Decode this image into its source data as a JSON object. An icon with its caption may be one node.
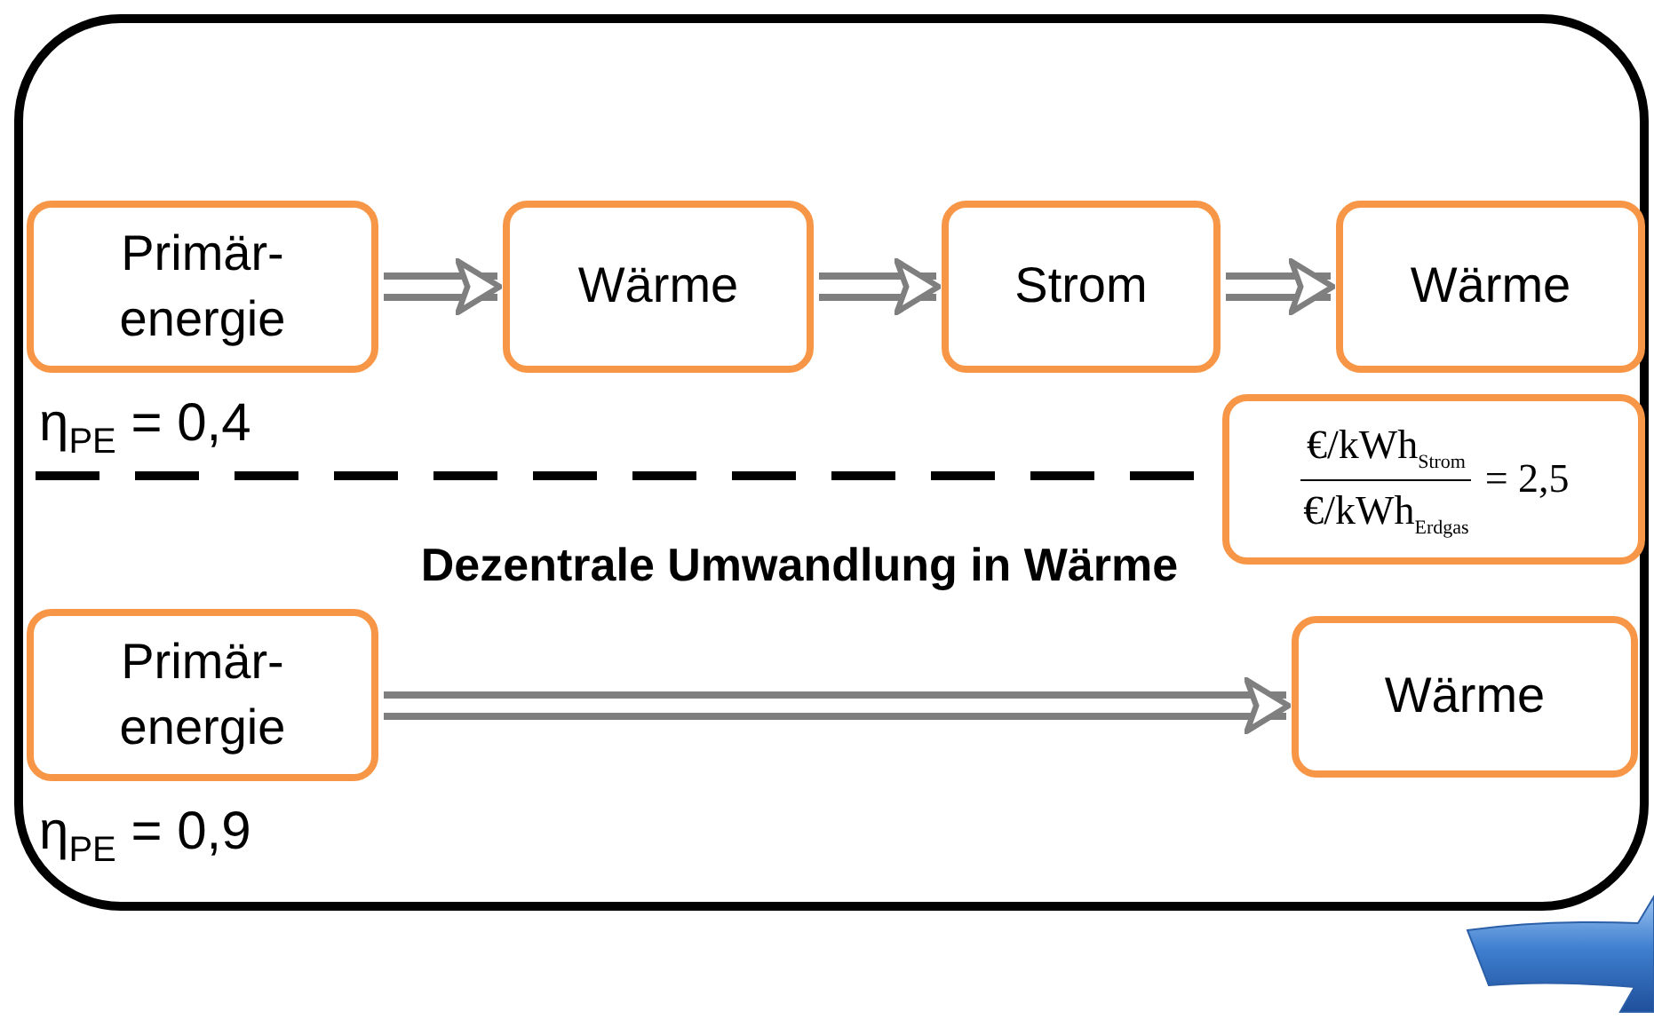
{
  "diagram": {
    "nodes": [
      {
        "text": [],
        "shape": "box"
      },
      {
        "text": [
          "Primär- energie"
        ],
        "in": 0,
        "beside": [
          "η$_{PE}$ = 0,4"
        ]
      },
      {
        "text": [
          "Wärme"
        ],
        "in": 0
      },
      {
        "text": [
          "Strom"
        ],
        "in": 0
      },
      {
        "text": [
          "Wärme"
        ],
        "in": 0
      },
      {
        "text": [
          "€/kWh$_{Strom}$",
          "€/kWh$_{Erdgas}$",
          "= 2,5"
        ],
        "in": 0
      },
      {
        "text": [
          "Primär- energie"
        ],
        "in": 0,
        "beside": [
          "η$_{PE}$ = 0,9"
        ]
      },
      {
        "text": [
          "Wärme"
        ],
        "in": 0
      }
    ],
    "edges": [
      {
        "from": 1,
        "to": 2,
        "arrow": "to"
      },
      {
        "from": 2,
        "to": 3,
        "arrow": "to"
      },
      {
        "from": 3,
        "to": 4,
        "arrow": "to"
      },
      {
        "from": 6,
        "to": 7,
        "arrow": "to",
        "label": "Dezentrale Umwandlung in Wärme"
      }
    ]
  }
}
